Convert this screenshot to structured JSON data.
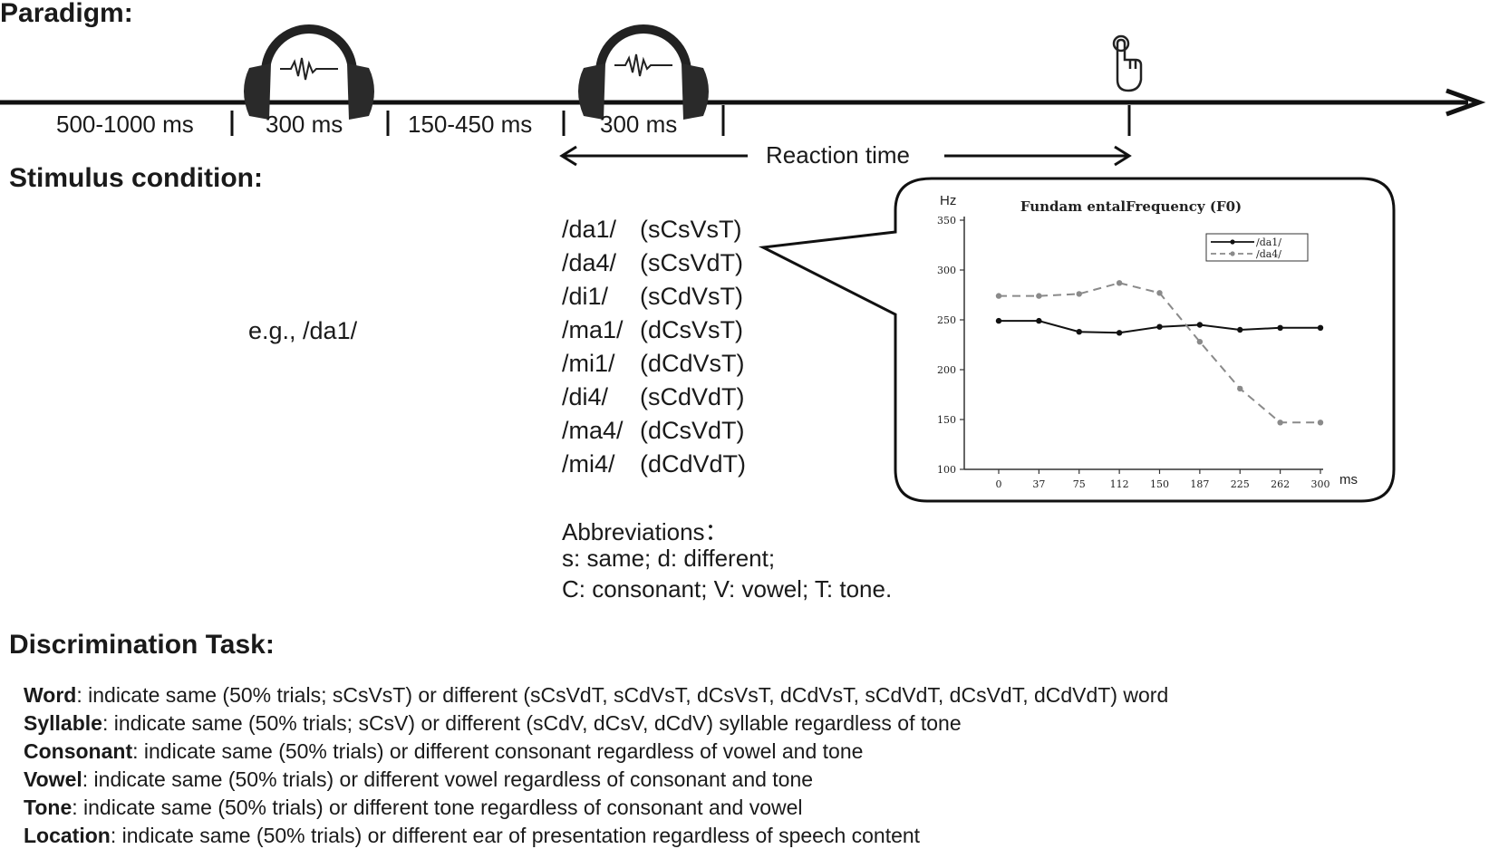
{
  "paradigm": {
    "heading": "Paradigm:",
    "durations": [
      "500-1000 ms",
      "300 ms",
      "150-450 ms",
      "300 ms"
    ],
    "reaction_label": "Reaction time",
    "icons": [
      "headphones-icon",
      "headphones-icon",
      "finger-press-icon"
    ]
  },
  "stimulus": {
    "heading": "Stimulus condition:",
    "example": "e.g., /da1/",
    "items": [
      {
        "syllable": "/da1/",
        "code": "(sCsVsT)"
      },
      {
        "syllable": "/da4/",
        "code": "(sCsVdT)"
      },
      {
        "syllable": "/di1/",
        "code": "(sCdVsT)"
      },
      {
        "syllable": "/ma1/",
        "code": "(dCsVsT)"
      },
      {
        "syllable": "/mi1/",
        "code": "(dCdVsT)"
      },
      {
        "syllable": "/di4/",
        "code": "(sCdVdT)"
      },
      {
        "syllable": "/ma4/",
        "code": "(dCsVdT)"
      },
      {
        "syllable": "/mi4/",
        "code": "(dCdVdT)"
      }
    ],
    "abbrev_title": "Abbreviations：",
    "abbrev_lines": [
      "s: same; d: different;",
      "C: consonant; V: vowel; T: tone."
    ]
  },
  "chart_data": {
    "type": "line",
    "title": "Fundam entalFrequency (F0)",
    "ylabel": "Hz",
    "xlabel": "ms",
    "x": [
      0,
      37,
      75,
      112,
      150,
      187,
      225,
      262,
      300
    ],
    "ylim": [
      100,
      350
    ],
    "yticks": [
      100,
      150,
      200,
      250,
      300,
      350
    ],
    "series": [
      {
        "name": "/da1/",
        "values": [
          249,
          249,
          238,
          237,
          243,
          245,
          240,
          242,
          242
        ],
        "color": "#111111",
        "style": "solid"
      },
      {
        "name": "/da4/",
        "values": [
          274,
          274,
          276,
          287,
          277,
          228,
          181,
          147,
          147
        ],
        "color": "#8a8a8a",
        "style": "dashed"
      }
    ],
    "legend_position": "top-right",
    "grid": false
  },
  "task": {
    "heading": "Discrimination Task:",
    "rows": [
      {
        "label": "Word",
        "text": ":  indicate same (50% trials; sCsVsT) or different (sCsVdT, sCdVsT, dCsVsT, dCdVsT, sCdVdT, dCsVdT, dCdVdT) word"
      },
      {
        "label": "Syllable",
        "text": ":  indicate same (50% trials; sCsV) or different (sCdV, dCsV, dCdV) syllable regardless of tone"
      },
      {
        "label": "Consonant",
        "text": ":  indicate same (50% trials) or different consonant regardless of vowel and tone"
      },
      {
        "label": "Vowel",
        "text": ":  indicate same (50% trials) or different vowel regardless of consonant and tone"
      },
      {
        "label": "Tone",
        "text": ":  indicate same (50% trials) or different tone regardless of consonant and vowel"
      },
      {
        "label": "Location",
        "text": ":  indicate same (50% trials) or different ear of presentation regardless of speech content"
      }
    ]
  }
}
